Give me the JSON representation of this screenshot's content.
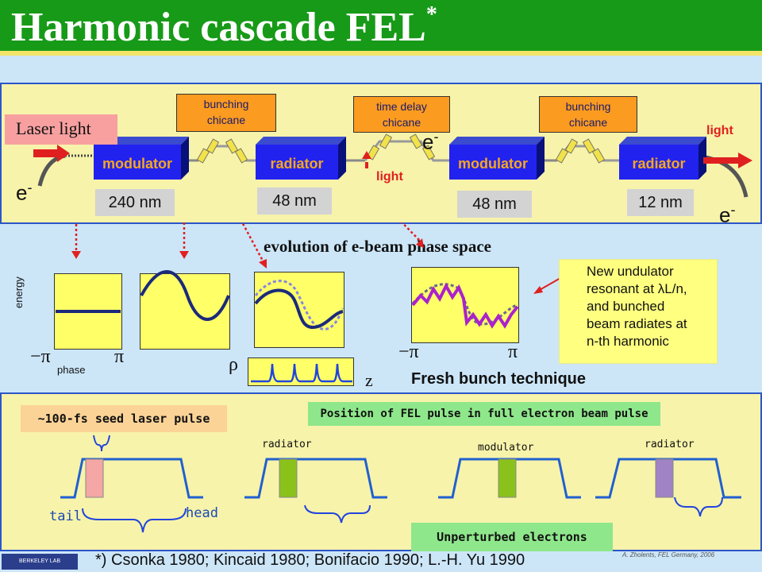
{
  "title": {
    "text": "Harmonic cascade FEL",
    "marker": "*"
  },
  "schematic": {
    "laser_light": "Laser light",
    "chicanes": [
      {
        "line1": "bunching",
        "line2": "chicane"
      },
      {
        "line1": "time delay",
        "line2": "chicane"
      },
      {
        "line1": "bunching",
        "line2": "chicane"
      }
    ],
    "stages": [
      {
        "name": "modulator",
        "wavelength": "240 nm"
      },
      {
        "name": "radiator",
        "wavelength": "48 nm"
      },
      {
        "name": "modulator",
        "wavelength": "48 nm"
      },
      {
        "name": "radiator",
        "wavelength": "12 nm"
      }
    ],
    "electron": {
      "base": "e",
      "sup": "-"
    },
    "light_labels": [
      "light",
      "light"
    ]
  },
  "phase_space": {
    "title": "evolution of e-beam phase space",
    "y_axis": "energy",
    "x_axis": "phase",
    "neg_pi": "−π",
    "pos_pi": "π",
    "rho": "ρ",
    "z": "z",
    "fresh_bunch": "Fresh bunch technique",
    "callout_lines": [
      "New undulator",
      "resonant at λL/n,",
      "and bunched",
      "beam radiates at",
      "n-th harmonic"
    ]
  },
  "pulse_section": {
    "seed_label": "~100-fs seed laser pulse",
    "position_label": "Position of FEL pulse in full electron beam pulse",
    "stage_labels": [
      "radiator",
      "modulator",
      "radiator"
    ],
    "tail": "tail",
    "head": "head",
    "unperturbed": "Unperturbed electrons",
    "slice_colors": [
      "#f4a7a5",
      "#8ac21b",
      "#8ac21b",
      "#a083c4"
    ]
  },
  "footnote": "*) Csonka 1980; Kincaid 1980; Bonifacio 1990; L.-H. Yu 1990",
  "lab_logo": "BERKELEY LAB",
  "credit": "A. Zholents, FEL Germany, 2006",
  "colors": {
    "title_bar": "#179a18",
    "panel": "#f7f3aa",
    "orange": "#fb9b1f",
    "red": "#e02020",
    "beam": "#1c2a7a",
    "purple": "#aa22cc"
  }
}
